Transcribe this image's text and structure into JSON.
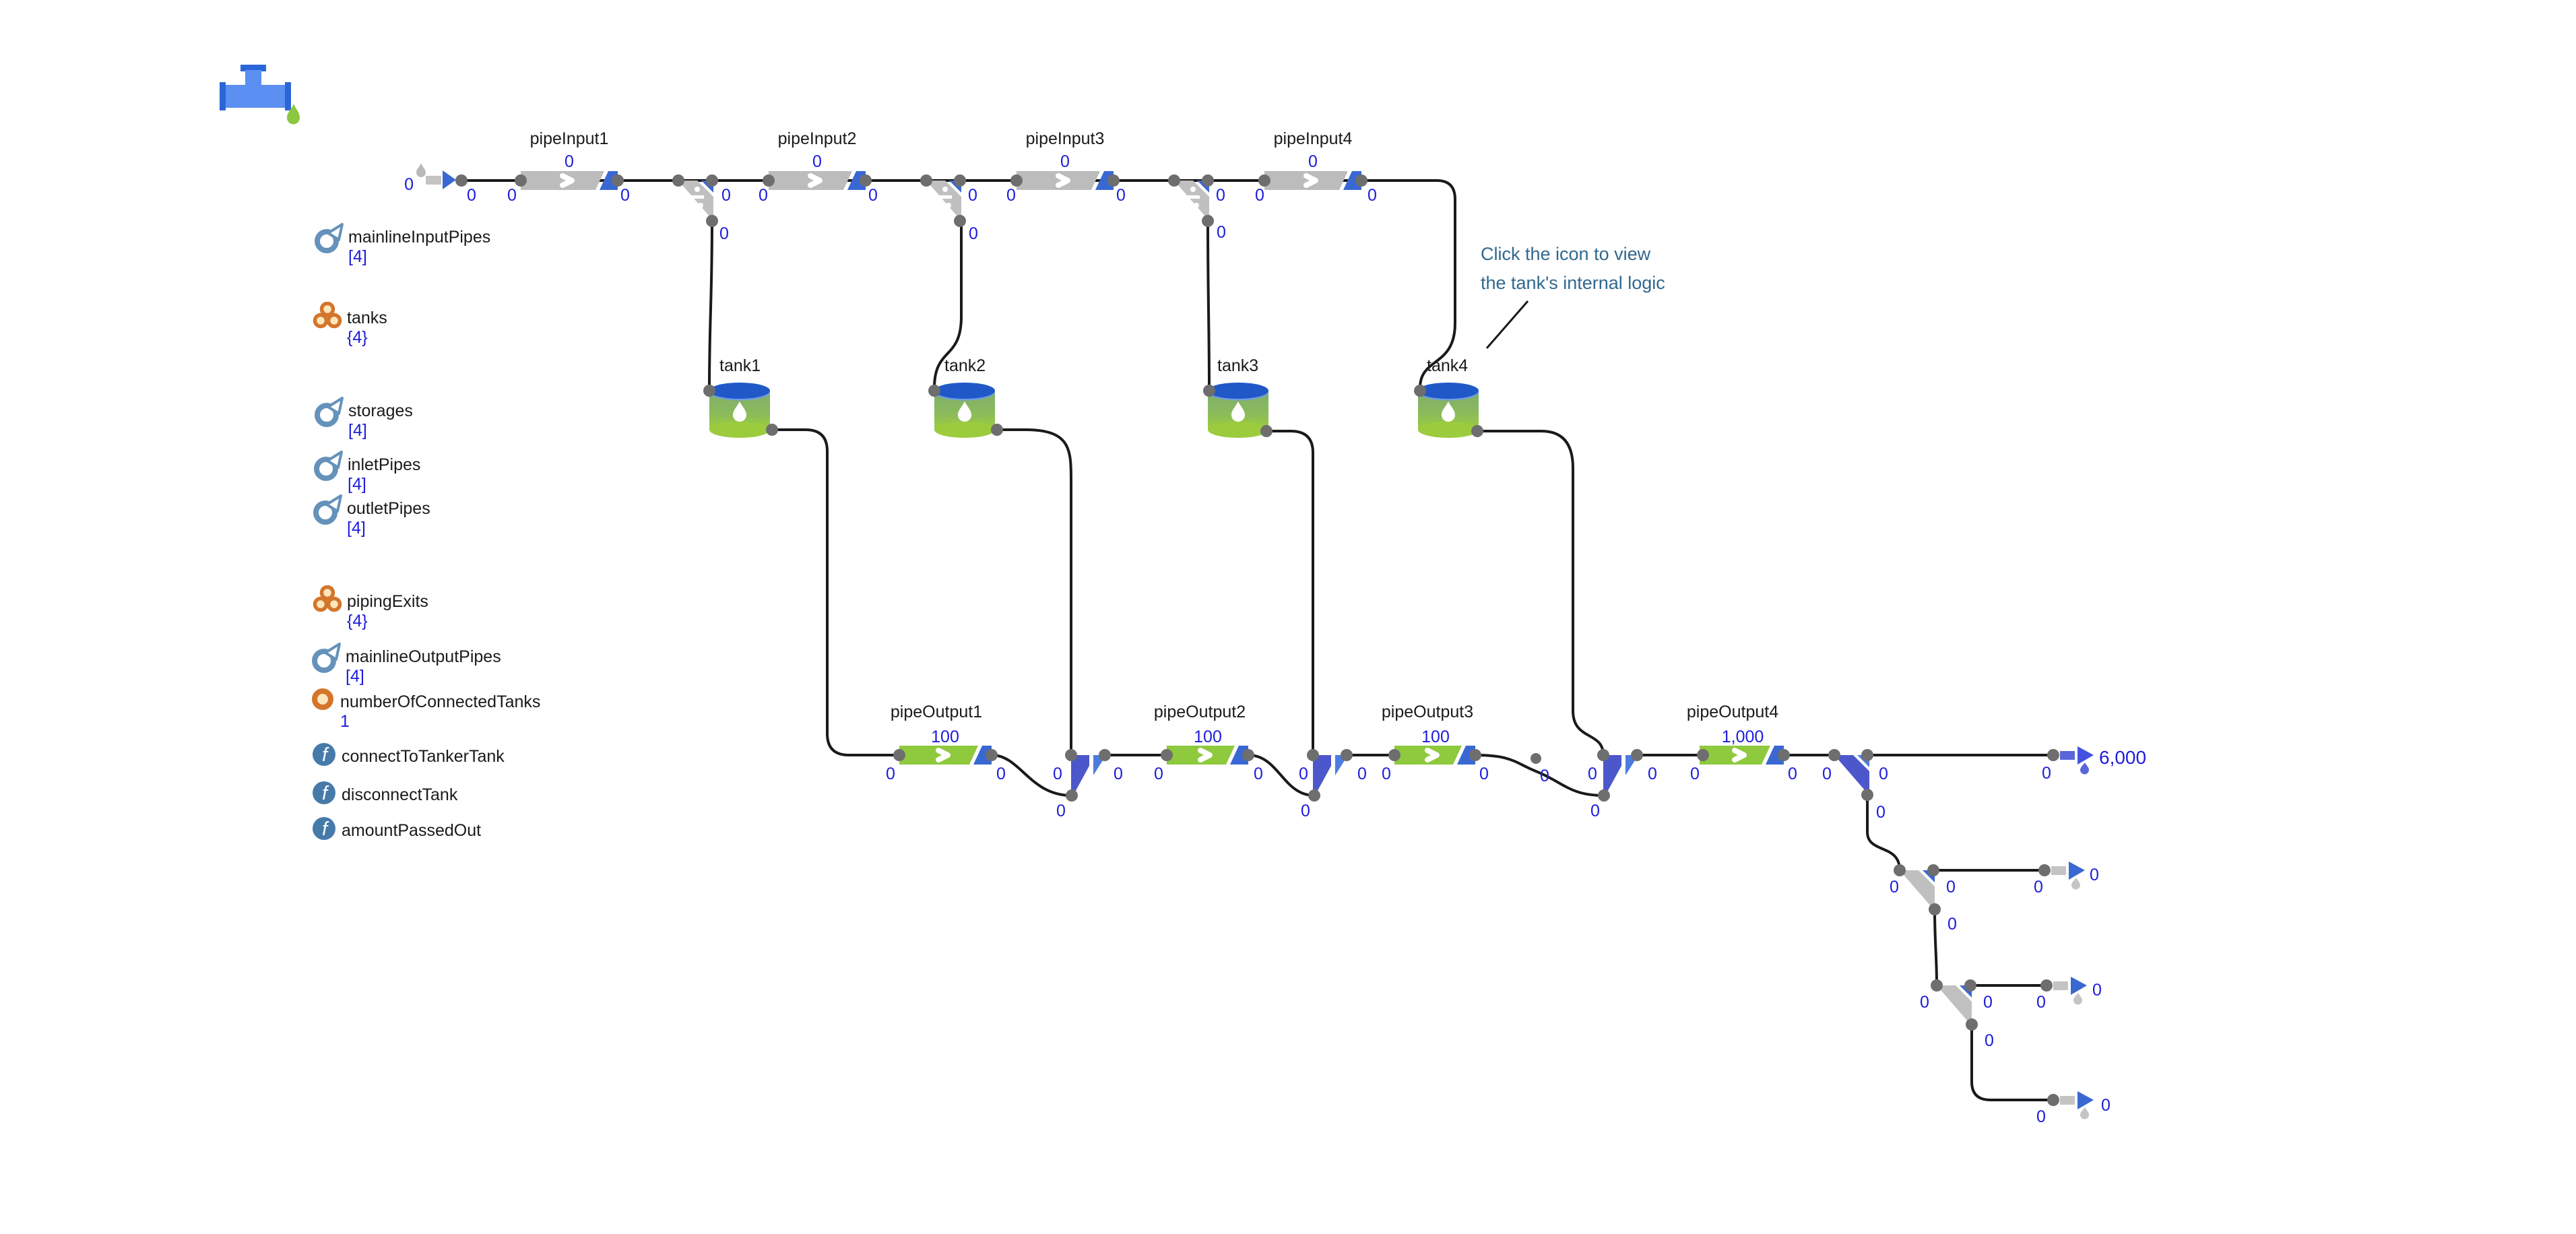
{
  "sidebar": {
    "items": [
      {
        "icon": "collection-icon",
        "label": "mainlineInputPipes",
        "value": "[4]"
      },
      {
        "icon": "population-icon",
        "label": "tanks",
        "value": "{4}"
      },
      {
        "icon": "collection-icon",
        "label": "storages",
        "value": "[4]"
      },
      {
        "icon": "collection-icon",
        "label": "inletPipes",
        "value": "[4]"
      },
      {
        "icon": "collection-icon",
        "label": "outletPipes",
        "value": "[4]"
      },
      {
        "icon": "population-icon",
        "label": "pipingExits",
        "value": "{4}"
      },
      {
        "icon": "collection-icon",
        "label": "mainlineOutputPipes",
        "value": "[4]"
      },
      {
        "icon": "variable-icon",
        "label": "numberOfConnectedTanks",
        "value": "1"
      },
      {
        "icon": "function-icon",
        "label": "connectToTankerTank",
        "value": ""
      },
      {
        "icon": "function-icon",
        "label": "disconnectTank",
        "value": ""
      },
      {
        "icon": "function-icon",
        "label": "amountPassedOut",
        "value": ""
      }
    ]
  },
  "diagram": {
    "zero": "0",
    "source": {
      "value": "0"
    },
    "pipe_inputs": [
      {
        "label": "pipeInput1",
        "value": "0"
      },
      {
        "label": "pipeInput2",
        "value": "0"
      },
      {
        "label": "pipeInput3",
        "value": "0"
      },
      {
        "label": "pipeInput4",
        "value": "0"
      }
    ],
    "tanks": [
      {
        "label": "tank1"
      },
      {
        "label": "tank2"
      },
      {
        "label": "tank3"
      },
      {
        "label": "tank4"
      }
    ],
    "pipe_outputs": [
      {
        "label": "pipeOutput1",
        "value": "100"
      },
      {
        "label": "pipeOutput2",
        "value": "100"
      },
      {
        "label": "pipeOutput3",
        "value": "100"
      },
      {
        "label": "pipeOutput4",
        "value": "1,000"
      }
    ],
    "note": {
      "line1": "Click the icon to view",
      "line2": "the tank's internal logic"
    },
    "main_exit": {
      "value": "6,000"
    },
    "branch_exits": [
      {
        "value": "0"
      },
      {
        "value": "0"
      },
      {
        "value": "0"
      }
    ]
  },
  "colors": {
    "port_text": "#1d1cdb",
    "label_text": "#1a1a1a",
    "note_text": "#31688e",
    "pipe_gray": "#bcbcbc",
    "pipe_green": "#8fc93d",
    "pipe_blue_end": "#3a68d2",
    "merge_dark": "#4c57cb",
    "merge_light": "#4c7ce0",
    "exit_indigo": "#5a66d9",
    "tank_top": "#2158c8",
    "tank_green": "#9ccc3e"
  }
}
